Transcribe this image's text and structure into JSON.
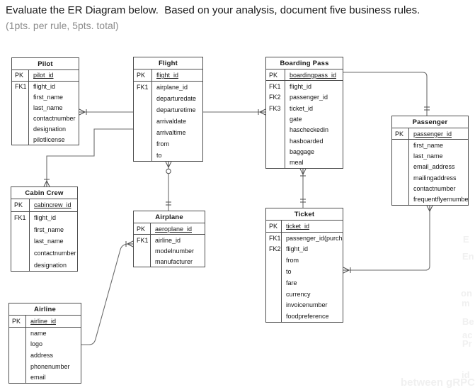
{
  "page": {
    "title_line1": "Evaluate the ER Diagram below.  Based on your analysis, document five business rules.",
    "title_line2": "(1pts. per rule, 5pts. total)"
  },
  "colors": {
    "box_border": "#4d4d4d",
    "line": "#6b6b6b",
    "marker": "#4d4d4d",
    "title_text": "#1a1a1a",
    "subtitle_text": "#8c8c8c",
    "watermark": "#f0f0f0"
  },
  "entities": [
    {
      "id": "pilot",
      "name": "Pilot",
      "rows": [
        {
          "key": "PK",
          "label": "pilot_id",
          "pk": true
        },
        {
          "key": "FK1",
          "label": "flight_id"
        },
        {
          "key": "",
          "label": "first_name"
        },
        {
          "key": "",
          "label": "last_name"
        },
        {
          "key": "",
          "label": "contactnumber"
        },
        {
          "key": "",
          "label": "designation"
        },
        {
          "key": "",
          "label": "pilotlicense"
        }
      ]
    },
    {
      "id": "flight",
      "name": "Flight",
      "rows": [
        {
          "key": "PK",
          "label": "flight_id",
          "pk": true
        },
        {
          "key": "FK1",
          "label": "airplane_id"
        },
        {
          "key": "",
          "label": "departuredate"
        },
        {
          "key": "",
          "label": "departuretime"
        },
        {
          "key": "",
          "label": "arrivaldate"
        },
        {
          "key": "",
          "label": "arrivaltime"
        },
        {
          "key": "",
          "label": "from"
        },
        {
          "key": "",
          "label": "to"
        }
      ]
    },
    {
      "id": "boardingpass",
      "name": "Boarding Pass",
      "rows": [
        {
          "key": "PK",
          "label": "boardingpass_id",
          "pk": true
        },
        {
          "key": "FK1",
          "label": "flight_id"
        },
        {
          "key": "FK2",
          "label": "passenger_id"
        },
        {
          "key": "FK3",
          "label": "ticket_id"
        },
        {
          "key": "",
          "label": "gate"
        },
        {
          "key": "",
          "label": "hascheckedin"
        },
        {
          "key": "",
          "label": "hasboarded"
        },
        {
          "key": "",
          "label": "baggage"
        },
        {
          "key": "",
          "label": "meal"
        }
      ]
    },
    {
      "id": "passenger",
      "name": "Passenger",
      "rows": [
        {
          "key": "PK",
          "label": "passenger_id",
          "pk": true
        },
        {
          "key": "",
          "label": "first_name"
        },
        {
          "key": "",
          "label": "last_name"
        },
        {
          "key": "",
          "label": "email_address"
        },
        {
          "key": "",
          "label": "mailingaddress"
        },
        {
          "key": "",
          "label": "contactnumber"
        },
        {
          "key": "",
          "label": "frequentflyernumber"
        }
      ]
    },
    {
      "id": "cabincrew",
      "name": "Cabin Crew",
      "rows": [
        {
          "key": "PK",
          "label": "cabincrew_id",
          "pk": true
        },
        {
          "key": "FK1",
          "label": "flight_id"
        },
        {
          "key": "",
          "label": "first_name"
        },
        {
          "key": "",
          "label": "last_name"
        },
        {
          "key": "",
          "label": "contactnumber"
        },
        {
          "key": "",
          "label": "designation"
        }
      ]
    },
    {
      "id": "airplane",
      "name": "Airplane",
      "rows": [
        {
          "key": "PK",
          "label": "aeroplane_id",
          "pk": true
        },
        {
          "key": "FK1",
          "label": "airline_id"
        },
        {
          "key": "",
          "label": "modelnumber"
        },
        {
          "key": "",
          "label": "manufacturer"
        }
      ]
    },
    {
      "id": "ticket",
      "name": "Ticket",
      "rows": [
        {
          "key": "PK",
          "label": "ticket_id",
          "pk": true
        },
        {
          "key": "FK1",
          "label": "passenger_id(purchased"
        },
        {
          "key": "FK2",
          "label": "flight_id"
        },
        {
          "key": "",
          "label": "from"
        },
        {
          "key": "",
          "label": "to"
        },
        {
          "key": "",
          "label": "fare"
        },
        {
          "key": "",
          "label": "currency"
        },
        {
          "key": "",
          "label": "invoicenumber"
        },
        {
          "key": "",
          "label": "foodpreference"
        }
      ]
    },
    {
      "id": "airline",
      "name": "Airline",
      "rows": [
        {
          "key": "PK",
          "label": "airline_id",
          "pk": true
        },
        {
          "key": "",
          "label": "name"
        },
        {
          "key": "",
          "label": "logo"
        },
        {
          "key": "",
          "label": "address"
        },
        {
          "key": "",
          "label": "phonenumber"
        },
        {
          "key": "",
          "label": "email"
        }
      ]
    }
  ],
  "relationships": [
    {
      "id": "pilot-flight",
      "from": "Flight",
      "to": "Pilot",
      "from_marker": "none",
      "to_marker": "many-bar"
    },
    {
      "id": "flight-boardingpass",
      "from": "Flight",
      "to": "Boarding Pass",
      "from_marker": "none",
      "to_marker": "many-bar"
    },
    {
      "id": "flight-cabincrew",
      "from": "Flight",
      "to": "Cabin Crew",
      "from_marker": "none",
      "to_marker": "many-bar"
    },
    {
      "id": "flight-airplane",
      "from": "Airplane",
      "to": "Flight",
      "from_marker": "one-and-only-one",
      "to_marker": "zero-or-many"
    },
    {
      "id": "airline-airplane",
      "from": "Airline",
      "to": "Airplane",
      "from_marker": "none",
      "to_marker": "many-bar"
    },
    {
      "id": "boardingpass-ticket",
      "from": "Ticket",
      "to": "Boarding Pass",
      "from_marker": "one-and-only-one",
      "to_marker": "many-bar"
    },
    {
      "id": "boardingpass-passenger",
      "from": "Passenger",
      "to": "Boarding Pass",
      "from_marker": "one-and-only-one",
      "to_marker": "many-bar"
    },
    {
      "id": "passenger-ticket",
      "from": "Passenger",
      "to": "Ticket",
      "from_marker": "many",
      "to_marker": "many-bar"
    }
  ],
  "watermarks": [
    {
      "text": "E"
    },
    {
      "text": "En"
    },
    {
      "text": "on"
    },
    {
      "text": "m"
    },
    {
      "text": "Be"
    },
    {
      "text": "ac"
    },
    {
      "text": "Pr"
    },
    {
      "text": "id"
    },
    {
      "text": "between gRPC, Grap"
    }
  ]
}
